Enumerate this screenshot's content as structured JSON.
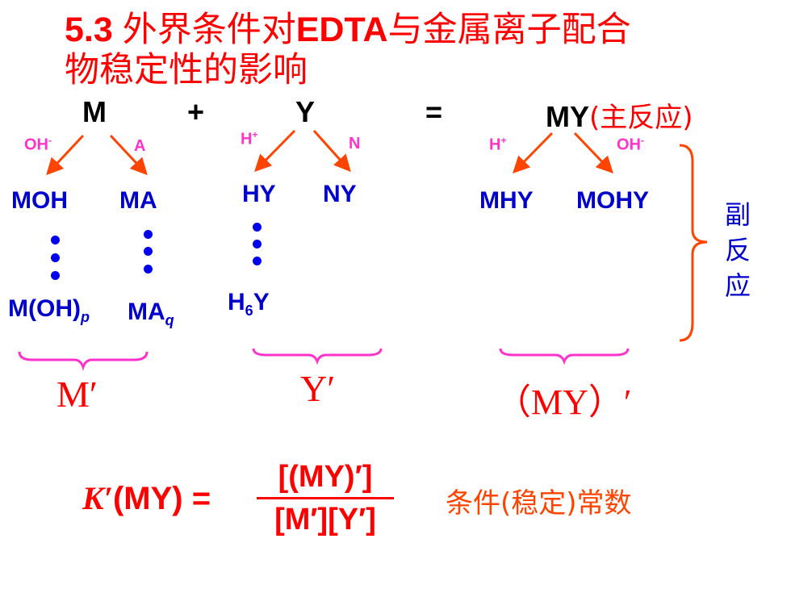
{
  "title": {
    "num": "5.3",
    "line1_pre": "外界条件对",
    "line1_edta": "EDTA",
    "line1_post": "与金属离子配合",
    "line2": "物稳定性的影响"
  },
  "equation": {
    "m": "M",
    "plus": "+",
    "y": "Y",
    "eq": "=",
    "my": "MY",
    "main_reaction": "(主反应)"
  },
  "reagents": {
    "oh": "OH",
    "oh_sup": "-",
    "a": "A",
    "h": "H",
    "h_sup": "+",
    "n": "N",
    "h2": "H",
    "h2_sup": "+",
    "oh2": "OH",
    "oh2_sup": "-"
  },
  "species": {
    "moh": "MOH",
    "ma": "MA",
    "hy": "HY",
    "ny": "NY",
    "mhy": "MHY",
    "mohy": "MOHY",
    "m_oh_p_base": "M(OH)",
    "m_oh_p_sub": "p",
    "ma_q_base": "MA",
    "ma_q_sub": "q",
    "h6y_pre": "H",
    "h6y_sub": "6",
    "h6y_post": "Y"
  },
  "side_reaction": [
    "副",
    "反",
    "应"
  ],
  "totals": {
    "m_prime": "M′",
    "y_prime": "Y′",
    "my_prime": "（MY）′"
  },
  "formula": {
    "lhs_k": "K′",
    "lhs_rest": "(MY) =",
    "numerator": "[(MY)′]",
    "denominator": "[M′][Y′]",
    "label": "条件(稳定)常数"
  }
}
